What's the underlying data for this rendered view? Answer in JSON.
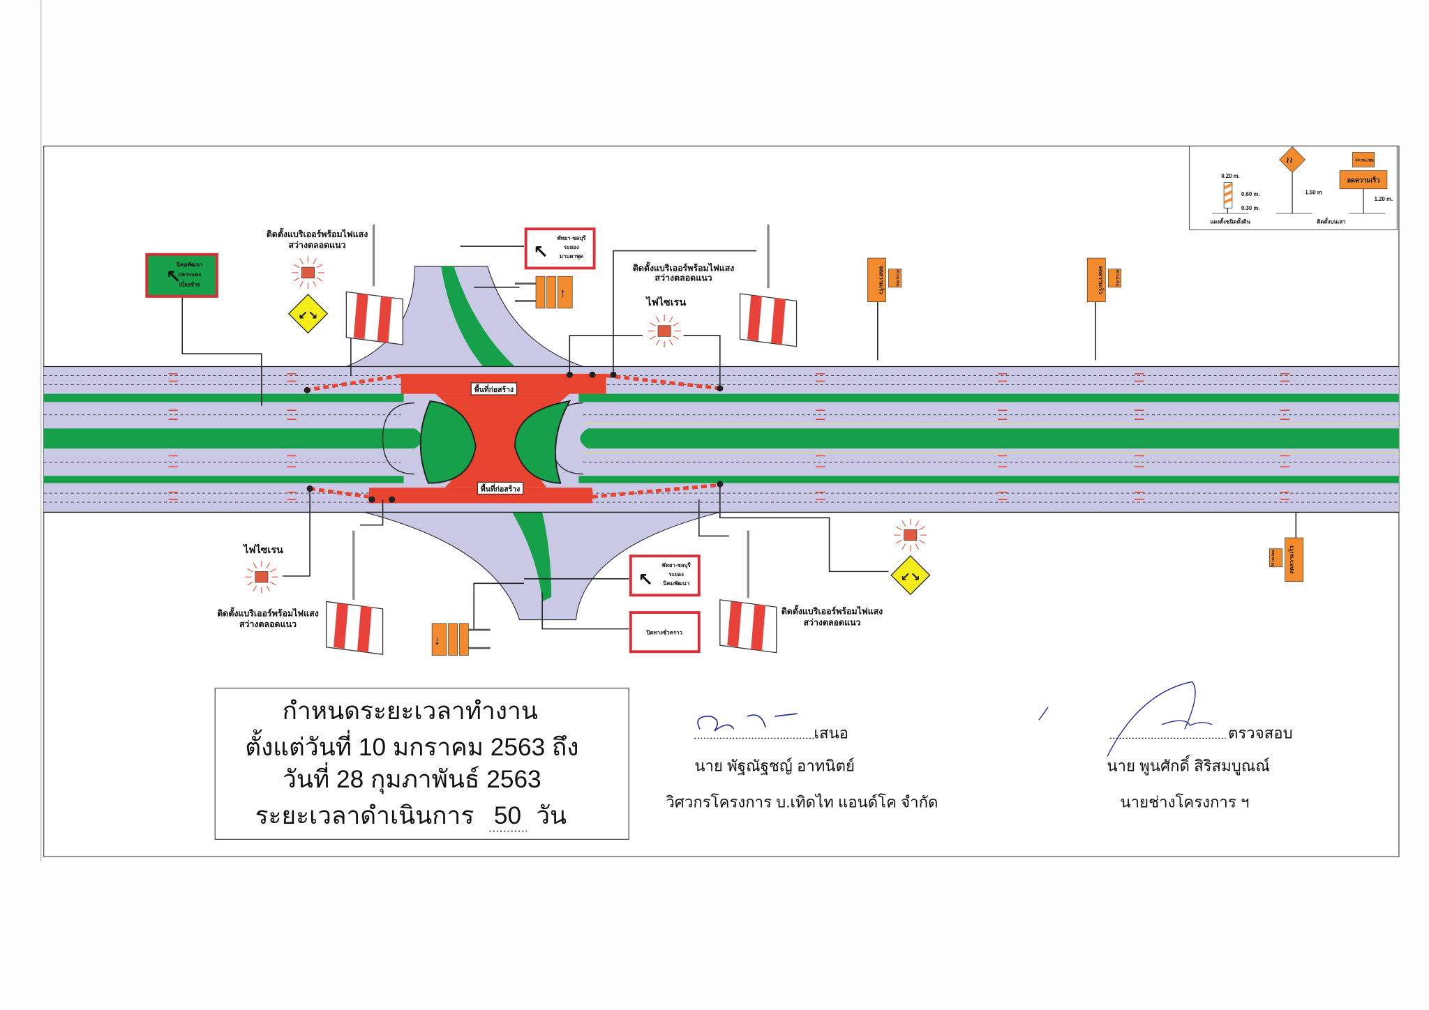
{
  "colors": {
    "road": "#c9c9e6",
    "median": "#17a04a",
    "construction": "#e8432e",
    "sign_orange": "#f28a2e",
    "sign_yellow": "#f5ec1c",
    "sign_border_red": "#d8303a"
  },
  "legend": {
    "dim_width": "0.20 m.",
    "dim_upper": "0.60 m.",
    "dim_lower": "0.30 m.",
    "dim_pole": "1.50 m",
    "dim_speed_pole": "1.20 m.",
    "ground_barrier_caption": "แผงตั้งชนิดตั้งดิน",
    "pole_caption": "ติดตั้งบนเสา",
    "speed_limit": "30 กม./ชม.",
    "slow_down": "ลดความเร็ว"
  },
  "signs": {
    "green_detour": [
      "นิคมพัฒนา",
      "ปลวกแดง",
      "เบี่ยงซ้าย"
    ],
    "direction_top": [
      "พัทยา-ชลบุรี",
      "ระยอง",
      "มาบตาพุด"
    ],
    "direction_bottom": [
      "พัทยา-ชลบุรี",
      "ระยอง",
      "นิคมพัฒนา"
    ],
    "temporary_closed": "ปิดทางชั่วคราว",
    "speed_limit": "30 กม./ชม.",
    "slow_down": "ลดความเร็ว"
  },
  "labels": {
    "barrier_line1": "ติดตั้งแบริเออร์พร้อมไฟแสง",
    "barrier_line2": "สว่างตลอดแนว",
    "siren": "ไฟไซเรน",
    "construction_area": "พื้นที่ก่อสร้าง"
  },
  "schedule": {
    "title": "กำหนดระยะเวลาทำงาน",
    "from": "ตั้งแต่วันที่ 10 มกราคม 2563 ถึง",
    "to": "วันที่ 28 กุมภาพันธ์ 2563",
    "duration_label": "ระยะเวลาดำเนินการ",
    "duration_days": "50",
    "duration_unit": "วัน"
  },
  "signatures": {
    "proposer": {
      "role_suffix": "เสนอ",
      "name": "นาย พัฐณัฐชญ์ อาทนิตย์",
      "position": "วิศวกรโครงการ บ.เทิดไท แอนด์โค จำกัด"
    },
    "reviewer": {
      "role_suffix": "ตรวจสอบ",
      "name": "นาย พูนศักดิ์ สิริสมบูณณ์",
      "position": "นายช่างโครงการ ฯ"
    }
  }
}
